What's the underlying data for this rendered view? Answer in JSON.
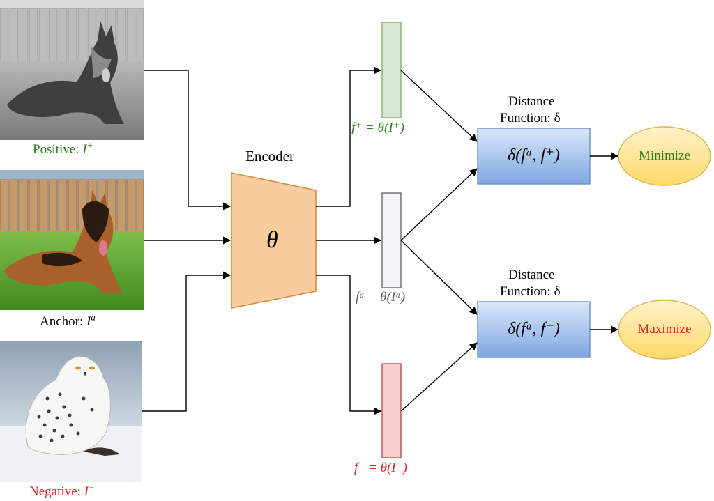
{
  "images": {
    "positive": {
      "icon": "german-shepherd-grayscale-photo",
      "caption_prefix": "Positive: ",
      "caption_symbol": "I",
      "caption_sup": "+",
      "color": "#2e7d1e"
    },
    "anchor": {
      "icon": "german-shepherd-color-photo",
      "caption_prefix": "Anchor: ",
      "caption_symbol": "I",
      "caption_sup": "a",
      "color": "#000000"
    },
    "negative": {
      "icon": "snowy-owl-photo",
      "caption_prefix": "Negative: ",
      "caption_symbol": "I",
      "caption_sup": "−",
      "color": "#e02020"
    }
  },
  "encoder": {
    "label": "Encoder",
    "symbol": "θ",
    "fill": "#f8cc9c",
    "stroke": "#d48a3c"
  },
  "features": {
    "positive": {
      "label": "f⁺ = θ(I⁺)",
      "fill": "#d5e8d4",
      "stroke": "#82b366",
      "text_color": "#2e7d1e"
    },
    "anchor": {
      "label": "fᵃ = θ(Iᵃ)",
      "fill": "#f3f4f7",
      "stroke": "#6b6b6b",
      "text_color": "#5a5a5a"
    },
    "negative": {
      "label": "f⁻ = θ(I⁻)",
      "fill": "#f8cecc",
      "stroke": "#b85450",
      "text_color": "#e02020"
    }
  },
  "distance_top": {
    "title_line1": "Distance",
    "title_line2": "Function: δ",
    "formula": "δ(fᵃ, f⁺)",
    "fill": "#a9c4ee",
    "stroke": "#6c8ebf"
  },
  "distance_bottom": {
    "title_line1": "Distance",
    "title_line2": "Function: δ",
    "formula": "δ(fᵃ, f⁻)",
    "fill": "#a9c4ee",
    "stroke": "#6c8ebf"
  },
  "outcomes": {
    "minimize": {
      "label": "Minimize",
      "text_color": "#2e7d1e"
    },
    "maximize": {
      "label": "Maximize",
      "text_color": "#e02020"
    },
    "fill": "#ffe27a",
    "stroke": "#d6b656"
  }
}
